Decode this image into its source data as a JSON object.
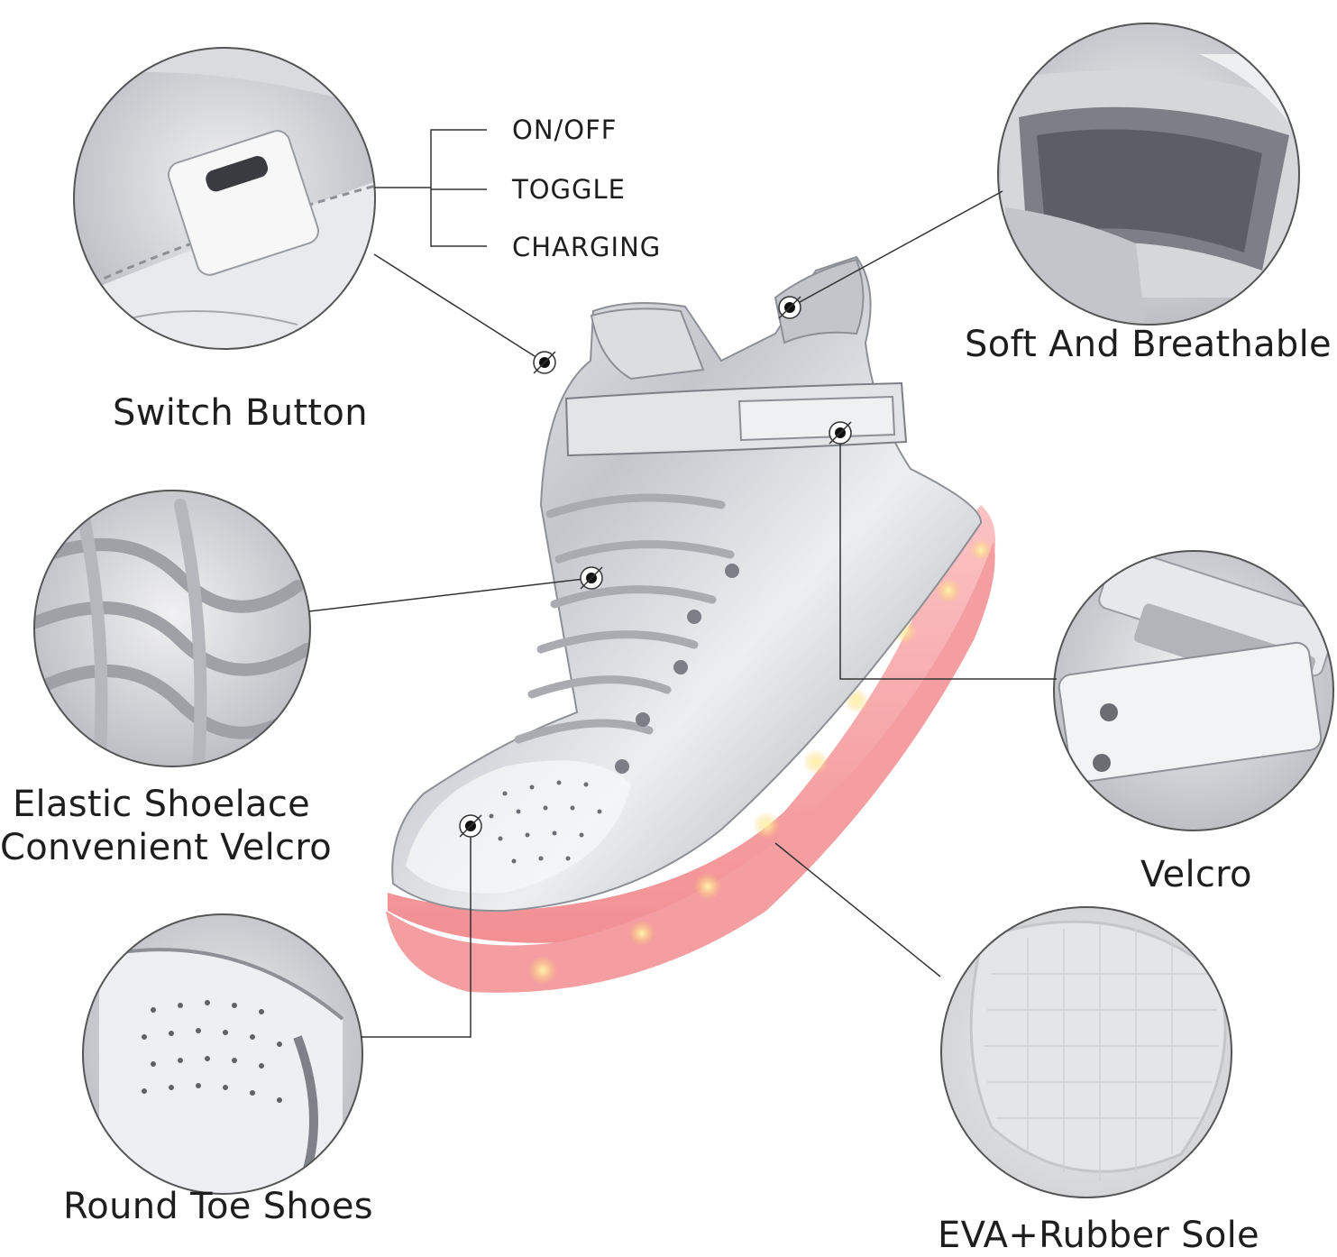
{
  "switch_options": [
    "ON/OFF",
    "TOGGLE",
    "CHARGING"
  ],
  "features": {
    "switch_button": "Switch Button",
    "soft_breathable": "Soft And Breathable",
    "elastic_shoelace": "Elastic Shoelace",
    "convenient_velcro": "Convenient Velcro",
    "velcro": "Velcro",
    "round_toe": "Round Toe Shoes",
    "sole": "EVA+Rubber Sole"
  },
  "colors": {
    "silver": "#c9cbd0",
    "silver_dark": "#8e9097",
    "sole_pink": "#f6a6a8",
    "led_yellow": "#ffd36a",
    "line": "#333333"
  }
}
